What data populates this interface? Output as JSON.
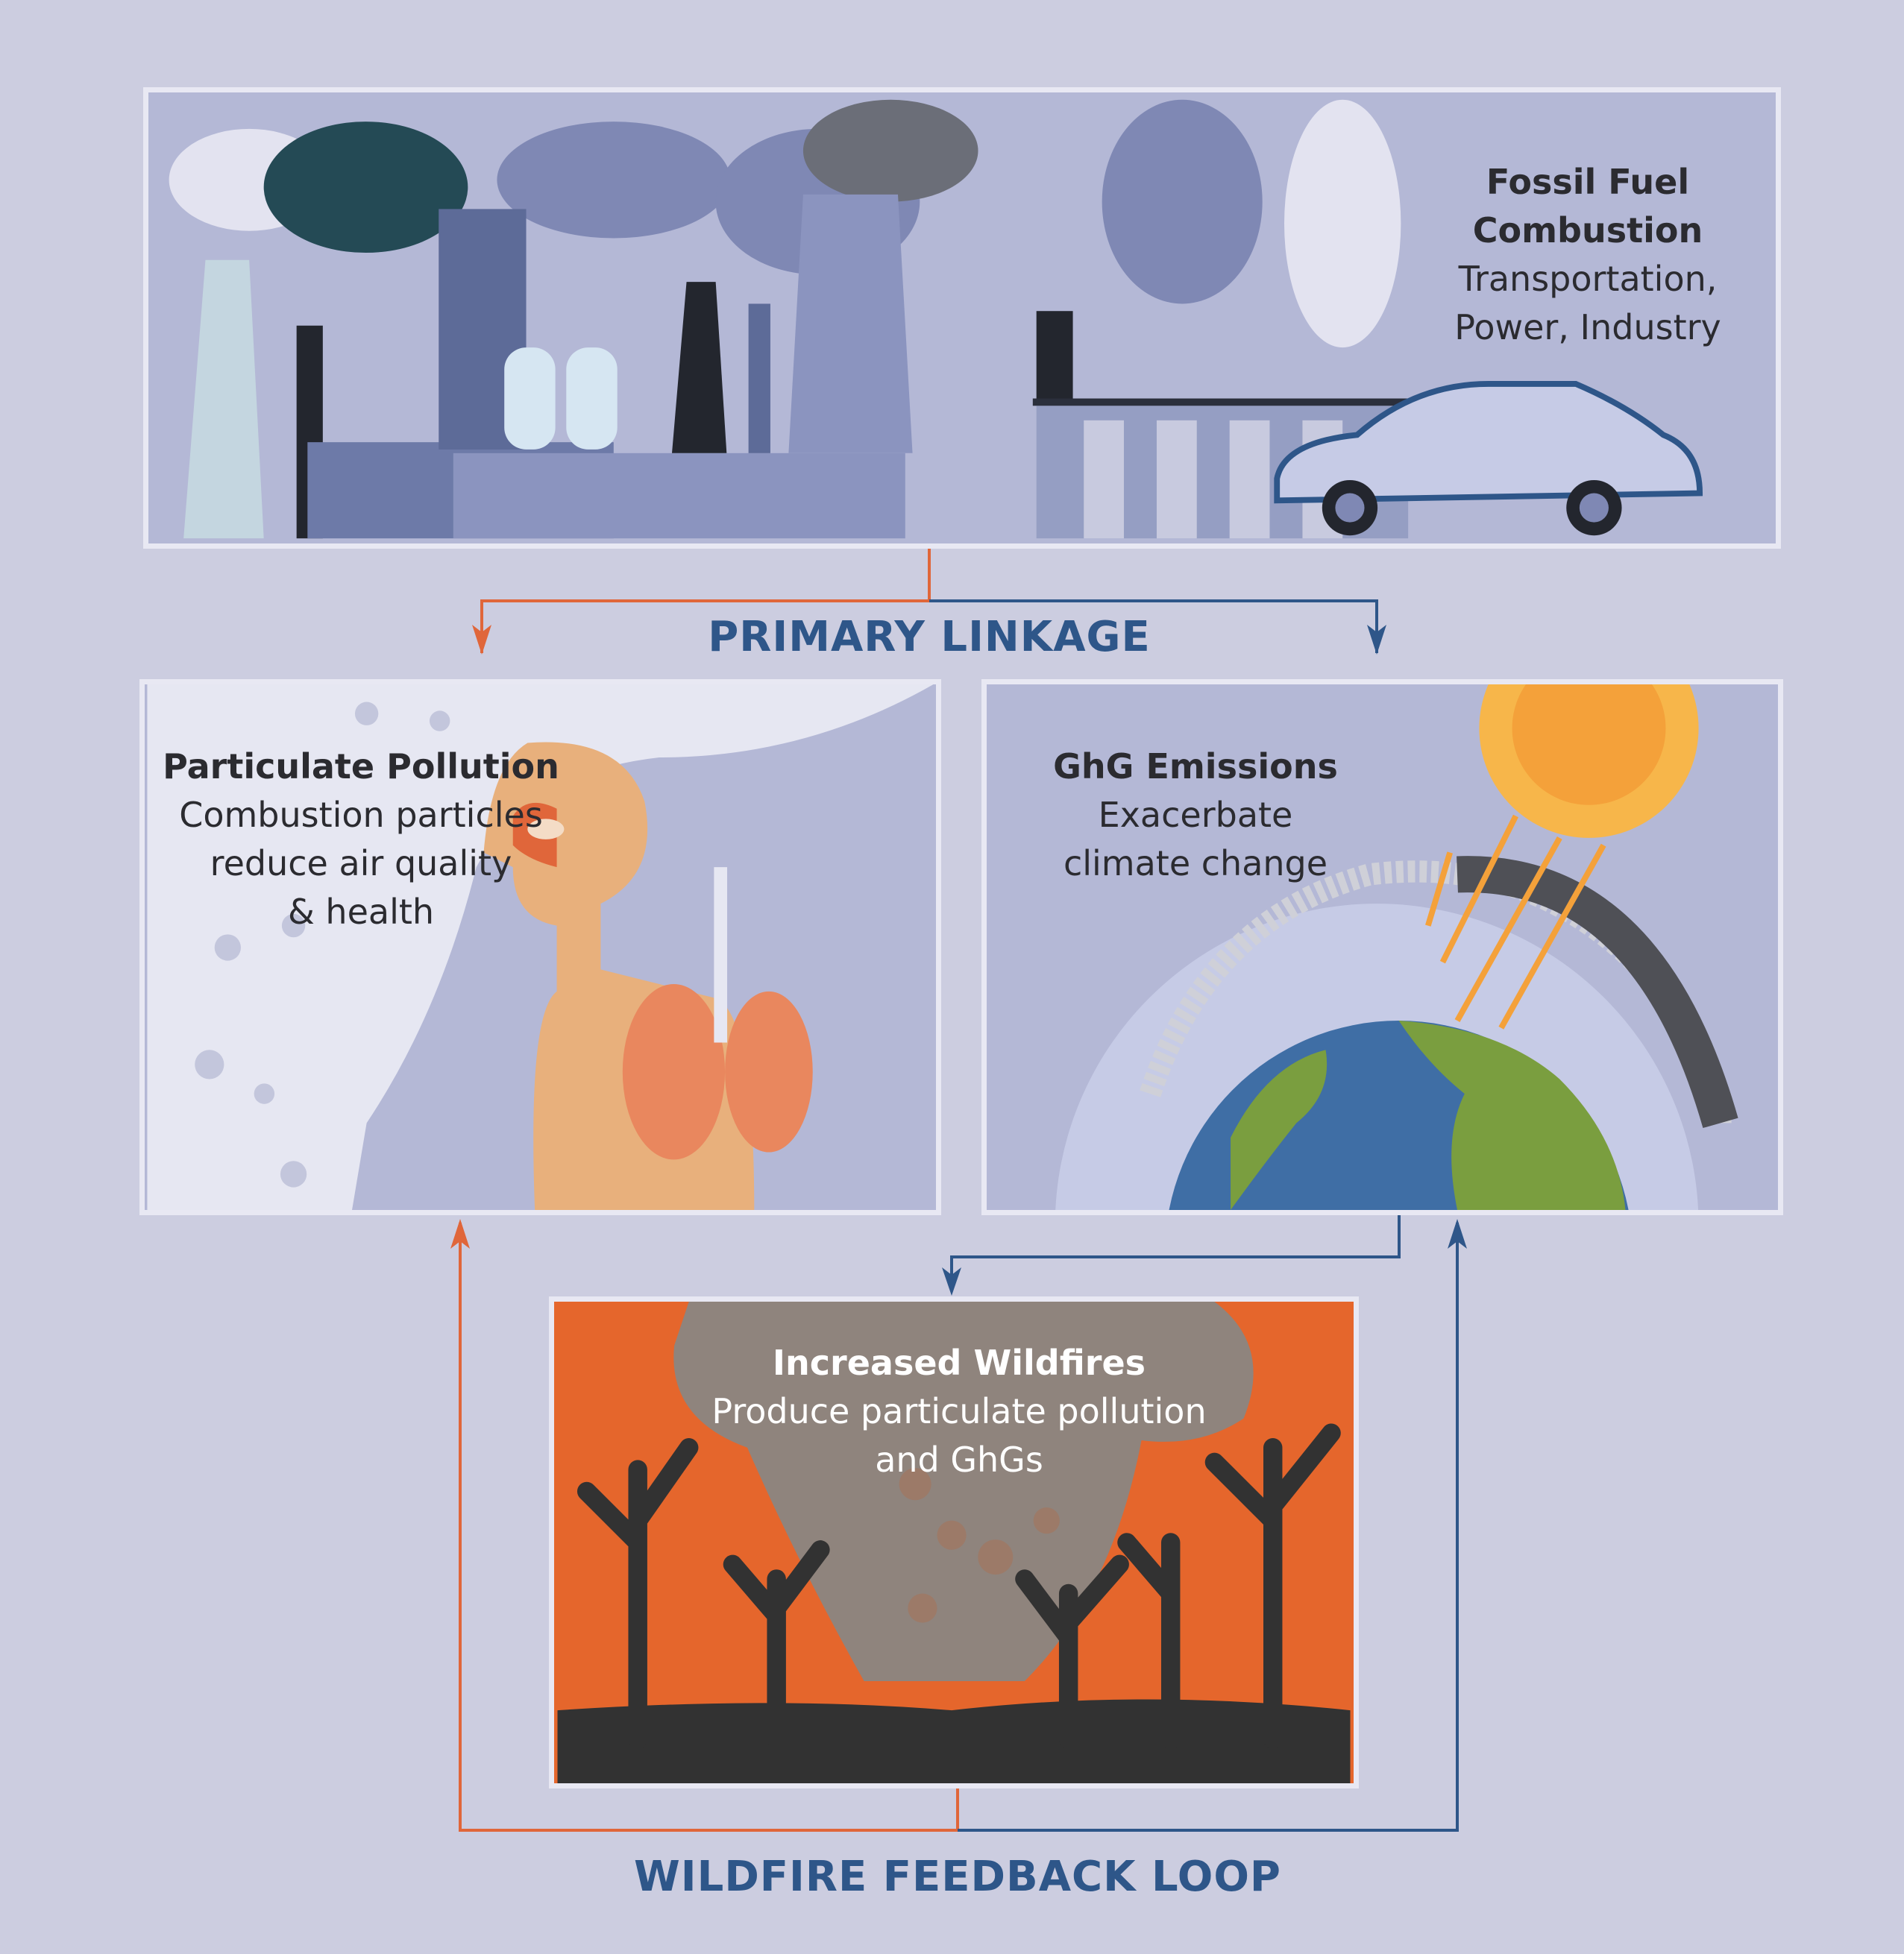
{
  "fossil": {
    "title_line1": "Fossil Fuel",
    "title_line2": "Combustion",
    "subtitle": "Transportation,\nPower, Industry"
  },
  "primary_linkage": "PRIMARY LINKAGE",
  "particulate": {
    "title": "Particulate Pollution",
    "subtitle": "Combustion particles\nreduce air quality\n& health"
  },
  "ghg": {
    "title": "GhG Emissions",
    "subtitle": "Exacerbate\nclimate change"
  },
  "wildfires": {
    "title": "Increased Wildfires",
    "subtitle": "Produce particulate pollution\nand GhGs"
  },
  "feedback_loop": "WILDFIRE FEEDBACK LOOP",
  "colors": {
    "background": "#cccde0",
    "panel": "#b4b8d6",
    "blue": "#2e5689",
    "orange": "#e0663a"
  }
}
